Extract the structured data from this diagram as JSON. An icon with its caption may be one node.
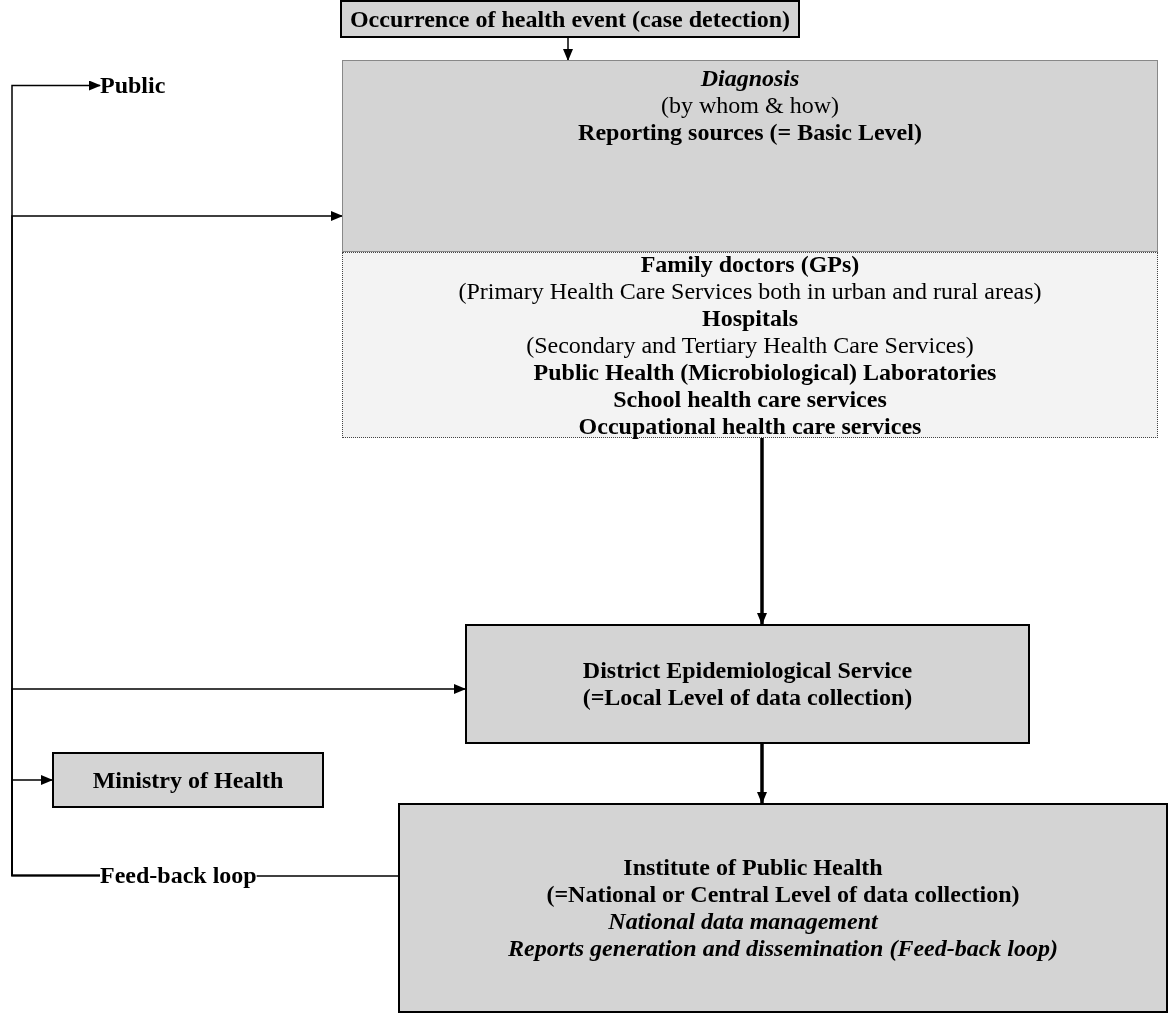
{
  "diagram": {
    "nodes": [
      {
        "text": [
          "Occurrence of health event (case detection)"
        ]
      },
      {
        "text": [
          "Public"
        ]
      },
      {
        "text": [
          "Diagnosis",
          "(by whom & how)",
          "Reporting sources (= Basic Level)"
        ]
      },
      {
        "text": [
          "Family doctors (GPs)",
          "(Primary Health Care Services both in urban and rural areas)",
          "Hospitals",
          "(Secondary and Tertiary Health Care Services)",
          "Public Health (Microbiological) Laboratories",
          "School health care services",
          "Occupational health care services"
        ]
      },
      {
        "text": [
          "District Epidemiological Service",
          "(=Local Level of data collection)"
        ]
      },
      {
        "text": [
          "Ministry of Health"
        ]
      },
      {
        "text": [
          "Feed-back loop"
        ]
      },
      {
        "text": [
          "Institute of Public Health",
          "(=National or Central Level of data collection)",
          "National data management",
          "Reports generation and dissemination (Feed-back loop)"
        ]
      }
    ],
    "edges": [
      {
        "from": 0,
        "to": 2,
        "arrow": "to"
      },
      {
        "from": 7,
        "to": 6,
        "arrow": "none"
      },
      {
        "from": 6,
        "to": 1,
        "arrow": "to"
      },
      {
        "from": 6,
        "to": 2,
        "arrow": "to"
      },
      {
        "from": 6,
        "to": 4,
        "arrow": "to"
      },
      {
        "from": 6,
        "to": 5,
        "arrow": "to"
      },
      {
        "from": 3,
        "to": 4,
        "arrow": "to",
        "style": "thick"
      },
      {
        "from": 4,
        "to": 7,
        "arrow": "to",
        "style": "thick"
      }
    ]
  }
}
